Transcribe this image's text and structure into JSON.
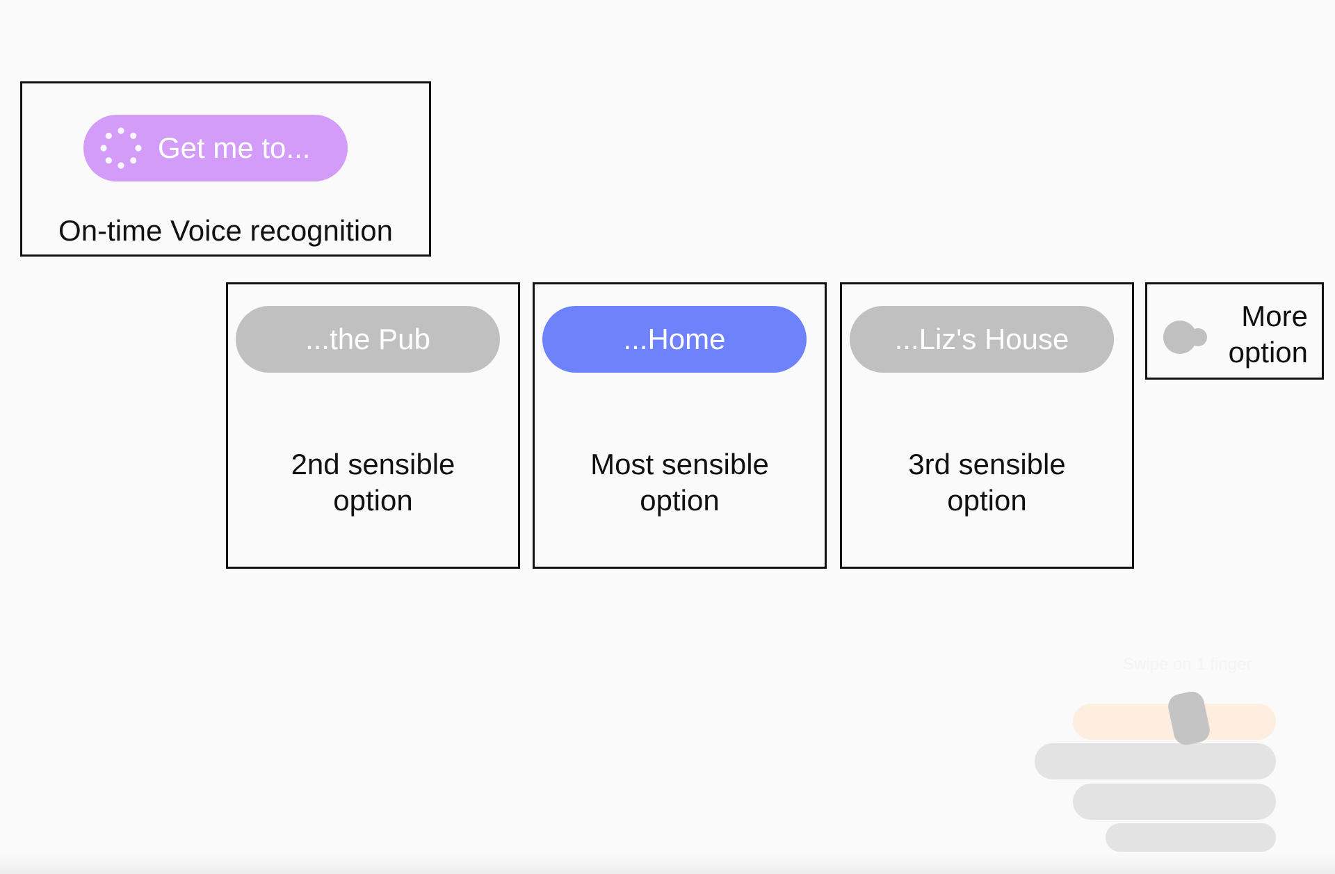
{
  "voice": {
    "pill_label": "Get me to...",
    "caption": "On-time Voice recognition",
    "pill_color": "#d29cf8",
    "spinner_icon": "loading-spinner-icon"
  },
  "options": [
    {
      "pill_label": "...the Pub",
      "caption_lines": [
        "2nd sensible",
        "option"
      ],
      "pill_color": "#c0c0c0",
      "selected": false
    },
    {
      "pill_label": "...Home",
      "caption_lines": [
        "Most sensible",
        "option"
      ],
      "pill_color": "#6e82fb",
      "selected": true
    },
    {
      "pill_label": "...Liz's House",
      "caption_lines": [
        "3rd sensible",
        "option"
      ],
      "pill_color": "#c0c0c0",
      "selected": false
    }
  ],
  "more_option": {
    "caption_lines": [
      "More",
      "option"
    ],
    "toggle_icon": "toggle-icon",
    "toggle_color": "#c0c0c0"
  },
  "gesture_hint": {
    "label": "Swipe on 1 finger",
    "icon": "hand-gesture-icon"
  }
}
